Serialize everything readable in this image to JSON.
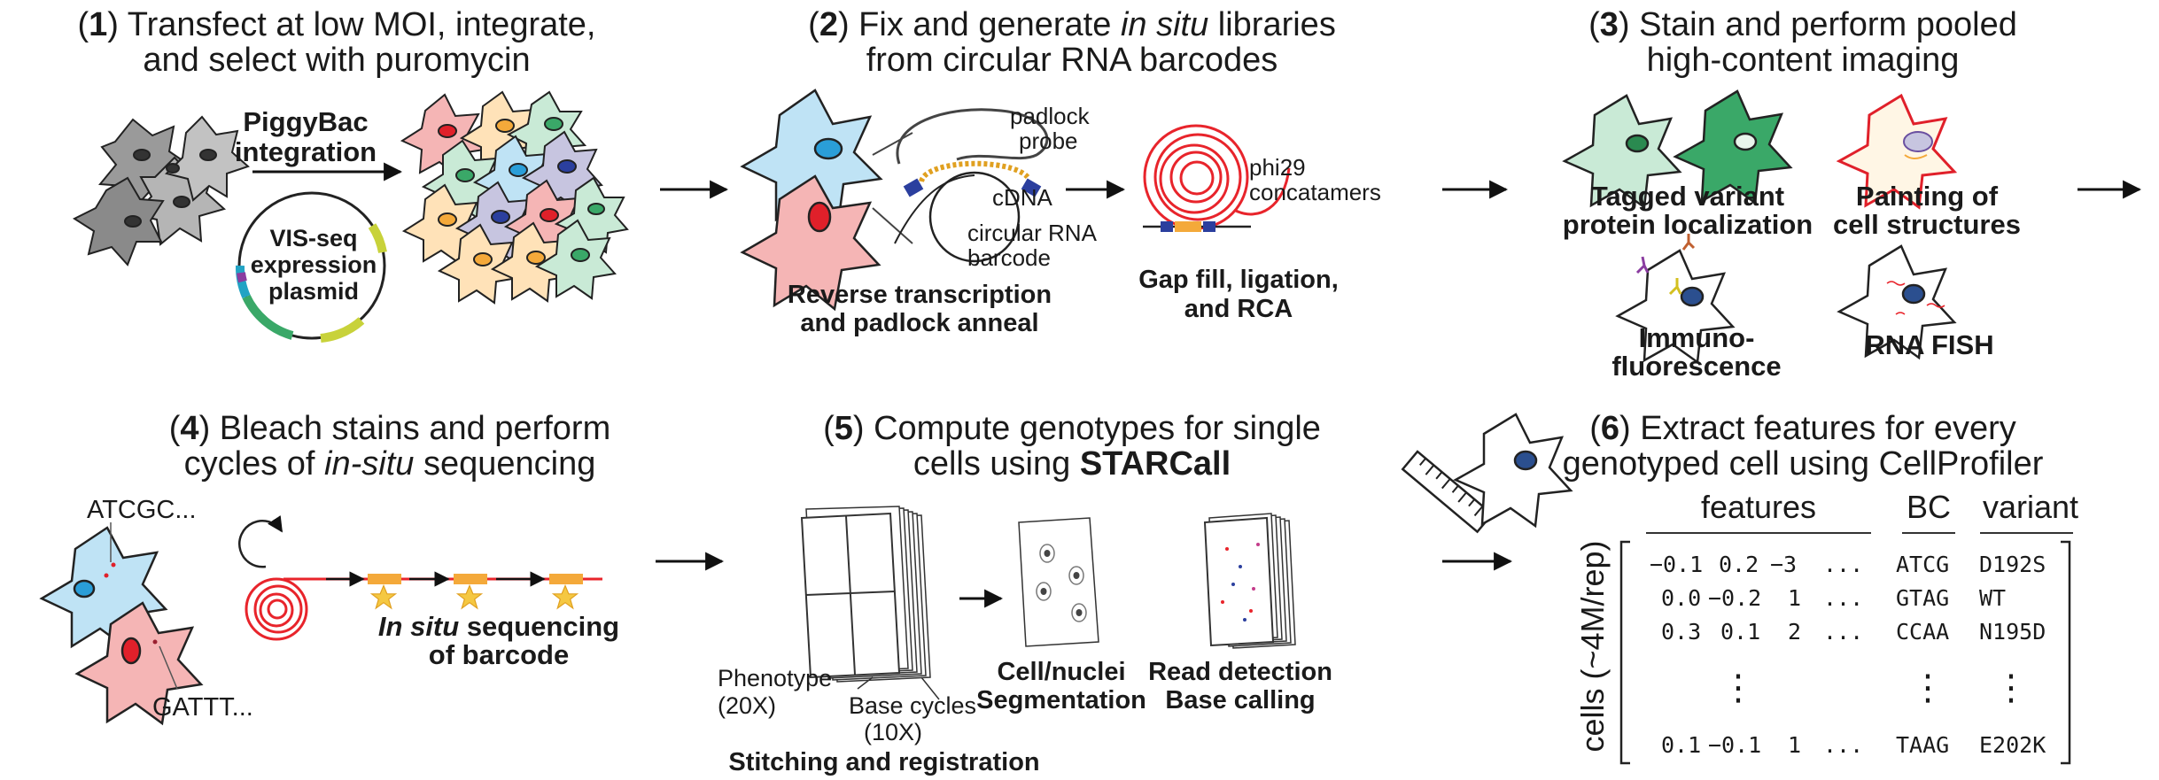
{
  "panels": {
    "p1": {
      "num": "1",
      "line1": ") Transfect at low MOI, integrate,",
      "line2": "and select with puromycin"
    },
    "p2": {
      "num": "2",
      "line1a": ") Fix and generate ",
      "line1i": "in situ",
      "line1b": " libraries",
      "line2": "from circular RNA barcodes"
    },
    "p3": {
      "num": "3",
      "line1": ") Stain and perform pooled",
      "line2": "high-content imaging"
    },
    "p4": {
      "num": "4",
      "line1": ") Bleach stains and perform",
      "line2a": "cycles of ",
      "line2i": "in-situ",
      "line2b": " sequencing"
    },
    "p5": {
      "num": "5",
      "line1": ") Compute genotypes for single",
      "line2a": "cells using ",
      "line2b": "STARCall"
    },
    "p6": {
      "num": "6",
      "line1": ") Extract features for every",
      "line2": "genotyped cell using CellProfiler"
    }
  },
  "labels": {
    "piggybac1": "PiggyBac",
    "piggybac2": "integration",
    "plasmid1": "VIS-seq",
    "plasmid2": "expression",
    "plasmid3": "plasmid",
    "padlock1": "padlock",
    "padlock2": "probe",
    "cdna": "cDNA",
    "circ1": "circular RNA",
    "circ2": "barcode",
    "rt1": "Reverse transcription",
    "rt2": "and padlock anneal",
    "phi1": "phi29",
    "phi2": "concatamers",
    "gap1": "Gap fill, ligation,",
    "gap2": "and RCA",
    "tagged1": "Tagged variant",
    "tagged2": "protein localization",
    "paint1": "Painting of",
    "paint2": "cell structures",
    "immuno1": "Immuno-",
    "immuno2": "fluorescence",
    "fish": "RNA FISH",
    "seqA": "ATCGC...",
    "seqB": "GATTT...",
    "insitu_i": "In situ",
    "insitu_b": " sequencing",
    "insitu2": "of barcode",
    "pheno1": "Phenotype",
    "pheno2": "(20X)",
    "base1": "Base cycles",
    "base2": "(10X)",
    "stitch": "Stitching and registration",
    "seg1": "Cell/nuclei",
    "seg2": "Segmentation",
    "read1": "Read detection",
    "read2": "Base calling"
  },
  "table": {
    "header_features": "features",
    "header_bc": "BC",
    "header_variant": "variant",
    "y_label": "cells (~4M/rep)",
    "rows": [
      {
        "f1": "−0.1",
        "f2": "0.2",
        "f3": "−3",
        "dots": "...",
        "bc": "ATCG",
        "variant": "D192S"
      },
      {
        "f1": "0.0",
        "f2": "−0.2",
        "f3": "1",
        "dots": "...",
        "bc": "GTAG",
        "variant": "WT"
      },
      {
        "f1": "0.3",
        "f2": "0.1",
        "f3": "2",
        "dots": "...",
        "bc": "CCAA",
        "variant": "N195D"
      },
      {
        "f1": "0.1",
        "f2": "−0.1",
        "f3": "1",
        "dots": "...",
        "bc": "TAAG",
        "variant": "E202K"
      }
    ],
    "vdots": "⋮"
  },
  "colors": {
    "cell_blue": "#bfe3f5",
    "nucleus_blue": "#2a9ed8",
    "cell_red": "#f5b5b5",
    "nucleus_red": "#e0202a",
    "green_light": "#c9ead6",
    "green_dark": "#3aa868",
    "rca_red": "#e8242b",
    "padlock_blue": "#2b3f9e",
    "barcode_orange": "#f4a93a",
    "star_yellow": "#f5c842"
  }
}
